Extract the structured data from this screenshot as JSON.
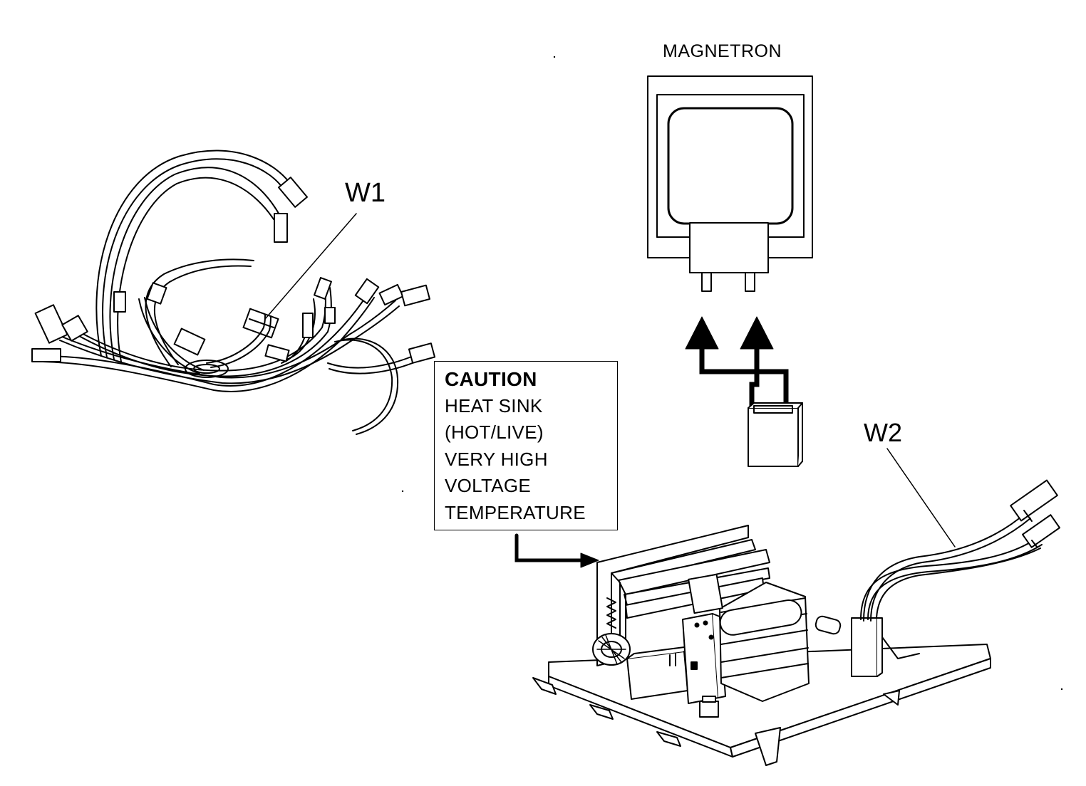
{
  "magnetron": {
    "title": "MAGNETRON"
  },
  "harness_w1": {
    "label": "W1"
  },
  "harness_w2": {
    "label": "W2"
  },
  "caution": {
    "title": "CAUTION",
    "lines": [
      "HEAT SINK",
      "(HOT/LIVE)",
      "VERY HIGH",
      "VOLTAGE",
      "TEMPERATURE"
    ]
  },
  "colors": {
    "ink": "#000000",
    "paper": "#ffffff"
  }
}
